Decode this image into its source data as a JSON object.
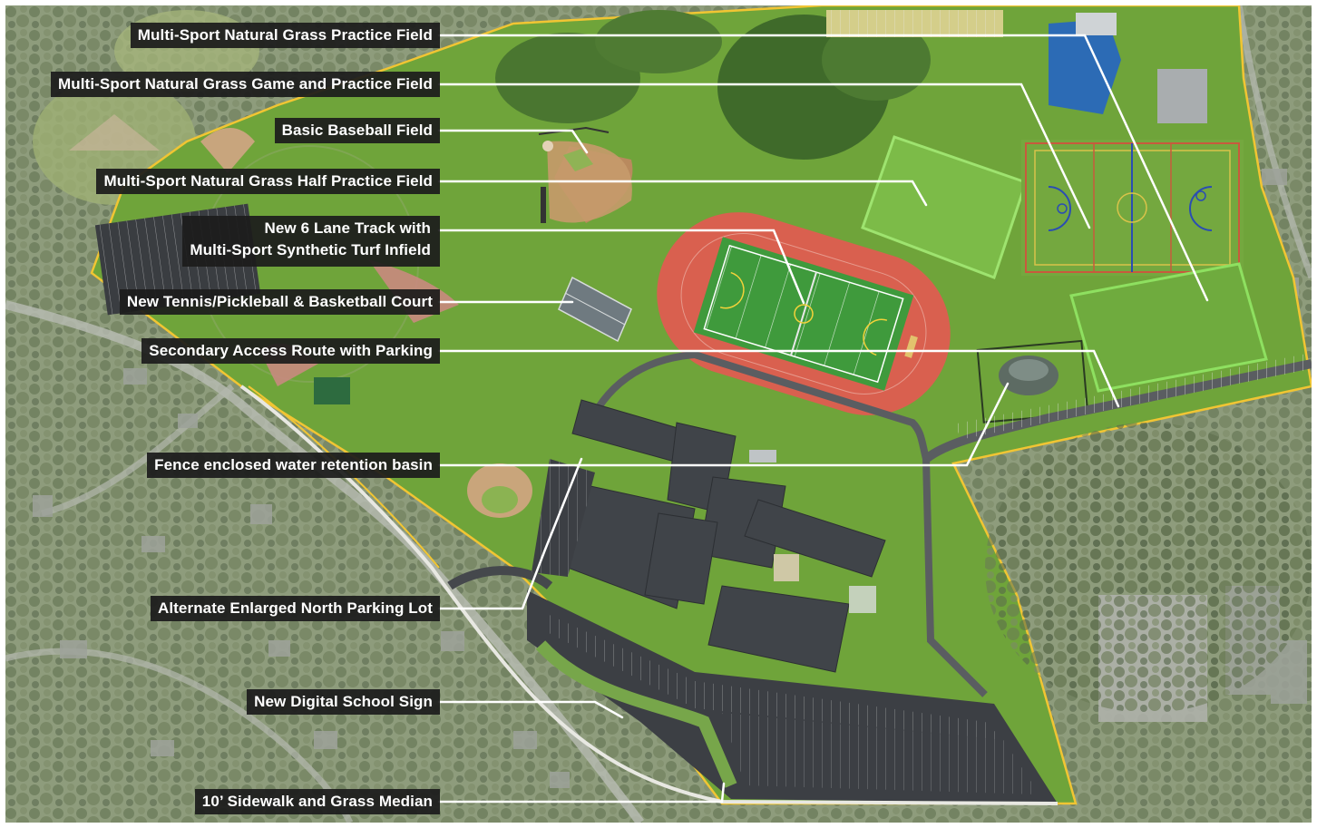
{
  "title": "",
  "colors": {
    "grass": "#6fa43a",
    "track": "#d9604f",
    "turf": "#3f9a3c",
    "building": "#404449",
    "asphalt": "#3c3f44",
    "label_bg": "#1c1c1c",
    "boundary": "#f1c533",
    "leader": "#ffffff"
  },
  "labels": [
    {
      "id": "grass-practice",
      "text": "Multi-Sport Natural Grass Practice Field"
    },
    {
      "id": "grass-game",
      "text": "Multi-Sport Natural Grass Game and Practice Field"
    },
    {
      "id": "baseball",
      "text": "Basic Baseball Field"
    },
    {
      "id": "half-field",
      "text": "Multi-Sport Natural Grass Half Practice Field"
    },
    {
      "id": "track",
      "text_line1": "New 6 Lane Track with",
      "text_line2": "Multi-Sport Synthetic Turf Infield"
    },
    {
      "id": "tennis",
      "text": "New Tennis/Pickleball & Basketball Court"
    },
    {
      "id": "access",
      "text": "Secondary Access Route with Parking"
    },
    {
      "id": "basin",
      "text": "Fence enclosed water retention basin"
    },
    {
      "id": "parking",
      "text": "Alternate Enlarged North Parking Lot"
    },
    {
      "id": "sign",
      "text": "New Digital School Sign"
    },
    {
      "id": "sidewalk",
      "text": "10’ Sidewalk and Grass Median"
    }
  ]
}
